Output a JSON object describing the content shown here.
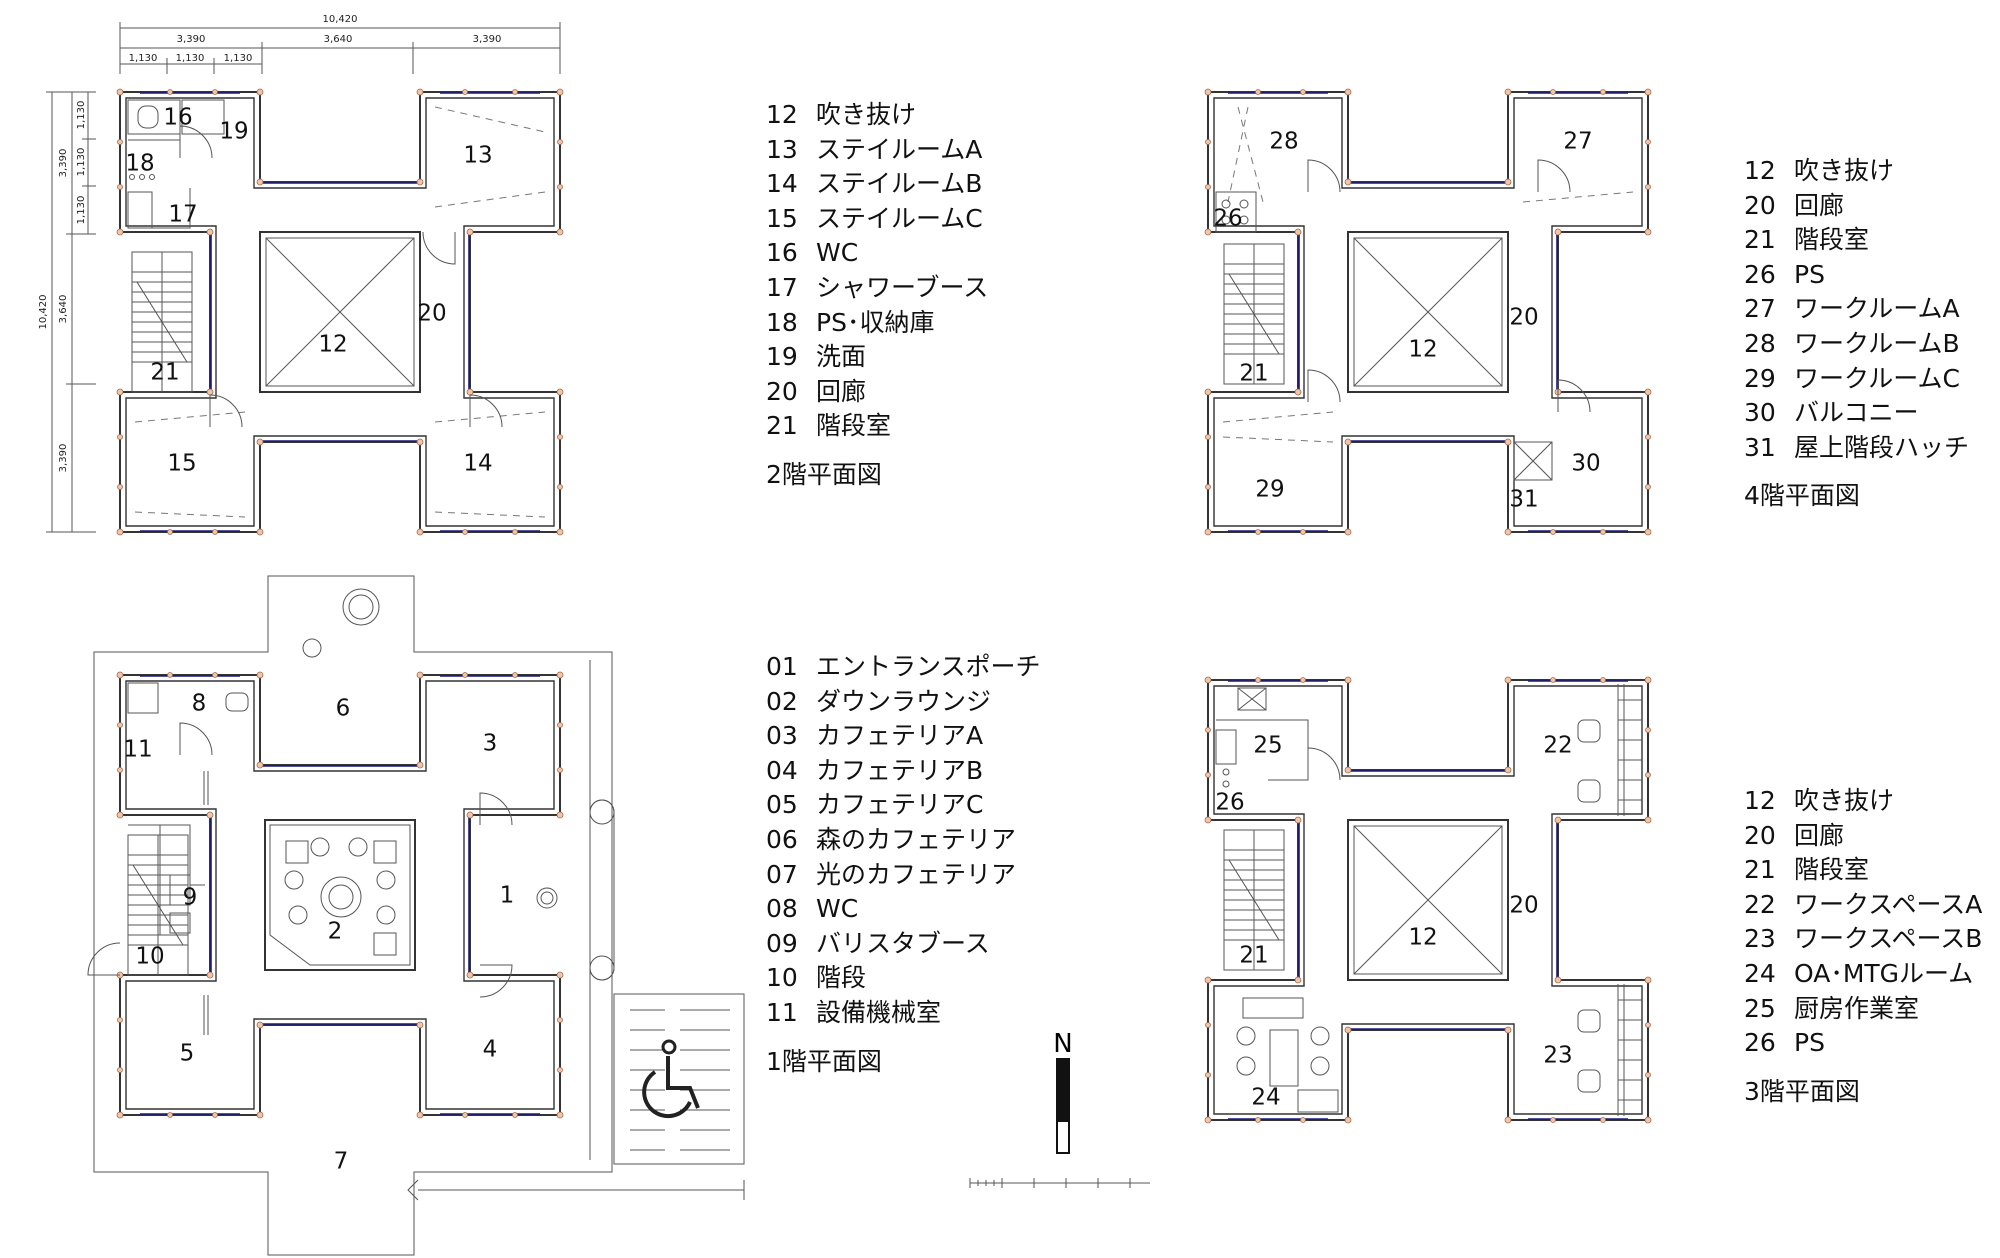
{
  "legends": {
    "floor2": {
      "items": [
        {
          "num": "12",
          "label": "吹き抜け"
        },
        {
          "num": "13",
          "label": "ステイルームA"
        },
        {
          "num": "14",
          "label": "ステイルームB"
        },
        {
          "num": "15",
          "label": "ステイルームC"
        },
        {
          "num": "16",
          "label": "WC"
        },
        {
          "num": "17",
          "label": "シャワーブース"
        },
        {
          "num": "18",
          "label": "PS･収納庫"
        },
        {
          "num": "19",
          "label": "洗面"
        },
        {
          "num": "20",
          "label": "回廊"
        },
        {
          "num": "21",
          "label": "階段室"
        }
      ],
      "caption": "2階平面図"
    },
    "floor4": {
      "items": [
        {
          "num": "12",
          "label": "吹き抜け"
        },
        {
          "num": "20",
          "label": "回廊"
        },
        {
          "num": "21",
          "label": "階段室"
        },
        {
          "num": "26",
          "label": "PS"
        },
        {
          "num": "27",
          "label": "ワークルームA"
        },
        {
          "num": "28",
          "label": "ワークルームB"
        },
        {
          "num": "29",
          "label": "ワークルームC"
        },
        {
          "num": "30",
          "label": "バルコニー"
        },
        {
          "num": "31",
          "label": "屋上階段ハッチ"
        }
      ],
      "caption": "4階平面図"
    },
    "floor1": {
      "items": [
        {
          "num": "01",
          "label": "エントランスポーチ"
        },
        {
          "num": "02",
          "label": "ダウンラウンジ"
        },
        {
          "num": "03",
          "label": "カフェテリアA"
        },
        {
          "num": "04",
          "label": "カフェテリアB"
        },
        {
          "num": "05",
          "label": "カフェテリアC"
        },
        {
          "num": "06",
          "label": "森のカフェテリア"
        },
        {
          "num": "07",
          "label": "光のカフェテリア"
        },
        {
          "num": "08",
          "label": "WC"
        },
        {
          "num": "09",
          "label": "バリスタブース"
        },
        {
          "num": "10",
          "label": "階段"
        },
        {
          "num": "11",
          "label": "設備機械室"
        }
      ],
      "caption": "1階平面図"
    },
    "floor3": {
      "items": [
        {
          "num": "12",
          "label": "吹き抜け"
        },
        {
          "num": "20",
          "label": "回廊"
        },
        {
          "num": "21",
          "label": "階段室"
        },
        {
          "num": "22",
          "label": "ワークスペースA"
        },
        {
          "num": "23",
          "label": "ワークスペースB"
        },
        {
          "num": "24",
          "label": "OA･MTGルーム"
        },
        {
          "num": "25",
          "label": "厨房作業室"
        },
        {
          "num": "26",
          "label": "PS"
        }
      ],
      "caption": "3階平面図"
    }
  },
  "dimensions": {
    "overall": "10,420",
    "outer": "3,390",
    "middle": "3,640",
    "sub": "1,130"
  },
  "north_label": "N",
  "room_labels": {
    "f2": {
      "r16": "16",
      "r19": "19",
      "r18": "18",
      "r17": "17",
      "r13": "13",
      "r12": "12",
      "r20": "20",
      "r21": "21",
      "r15": "15",
      "r14": "14"
    },
    "f4": {
      "r28": "28",
      "r27": "27",
      "r26": "26",
      "r12": "12",
      "r20": "20",
      "r21": "21",
      "r29": "29",
      "r30": "30",
      "r31": "31"
    },
    "f1": {
      "r8": "8",
      "r6": "6",
      "r3": "3",
      "r11": "11",
      "r1": "1",
      "r9": "9",
      "r2": "2",
      "r10": "10",
      "r5": "5",
      "r4": "4",
      "r7": "7"
    },
    "f3": {
      "r25": "25",
      "r22": "22",
      "r26": "26",
      "r20": "20",
      "r12": "12",
      "r21": "21",
      "r24": "24",
      "r23": "23"
    }
  }
}
